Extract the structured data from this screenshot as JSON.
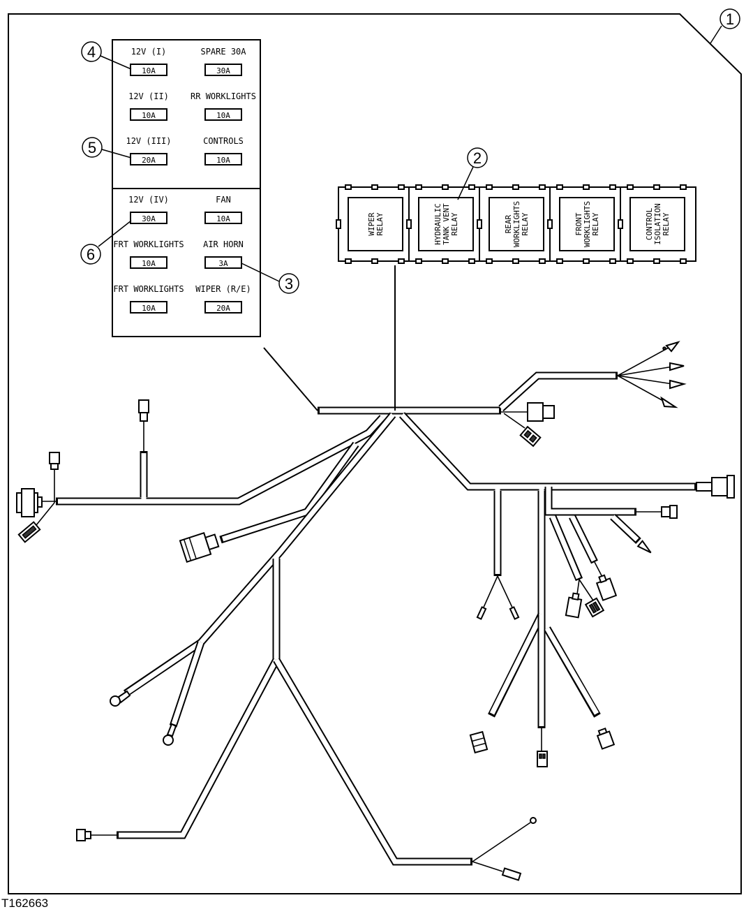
{
  "figure_id": "T162663",
  "fuse_panel": {
    "upper": [
      {
        "left_label": "12V (I)",
        "left_rating": "10A",
        "right_label": "SPARE 30A",
        "right_rating": "30A"
      },
      {
        "left_label": "12V (II)",
        "left_rating": "10A",
        "right_label": "RR WORKLIGHTS",
        "right_rating": "10A"
      },
      {
        "left_label": "12V (III)",
        "left_rating": "20A",
        "right_label": "CONTROLS",
        "right_rating": "10A"
      }
    ],
    "lower": [
      {
        "left_label": "12V (IV)",
        "left_rating": "30A",
        "right_label": "FAN",
        "right_rating": "10A"
      },
      {
        "left_label": "FRT WORKLIGHTS",
        "left_rating": "10A",
        "right_label": "AIR HORN",
        "right_rating": "3A"
      },
      {
        "left_label": "FRT WORKLIGHTS",
        "left_rating": "10A",
        "right_label": "WIPER (R/E)",
        "right_rating": "20A"
      }
    ]
  },
  "relays": [
    {
      "lines": [
        "WIPER",
        "RELAY"
      ]
    },
    {
      "lines": [
        "HYDRAULIC",
        "TANK VENT",
        "RELAY"
      ]
    },
    {
      "lines": [
        "REAR",
        "WORKLIGHTS",
        "RELAY"
      ]
    },
    {
      "lines": [
        "FRONT",
        "WORKLIGHTS",
        "RELAY"
      ]
    },
    {
      "lines": [
        "CONTROL",
        "ISOLATION",
        "RELAY"
      ]
    }
  ],
  "callouts": [
    "1",
    "2",
    "3",
    "4",
    "5",
    "6"
  ]
}
